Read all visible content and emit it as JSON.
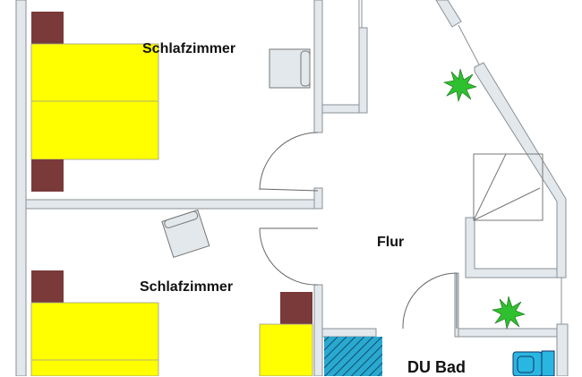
{
  "diagram": {
    "type": "floor-plan",
    "colors": {
      "wall_fill": "#e2e8ec",
      "wall_stroke": "#8a9096",
      "bed": "#ffff00",
      "nightstand": "#7a3a3a",
      "shower_hatch": "#2aa8d0",
      "toilet": "#29b6e0",
      "plant": "#2ec02e",
      "chair": "#e2e8ec"
    },
    "rooms": [
      {
        "id": "bedroom-1",
        "label": "Schlafzimmer"
      },
      {
        "id": "bedroom-2",
        "label": "Schlafzimmer"
      },
      {
        "id": "hallway",
        "label": "Flur"
      },
      {
        "id": "bathroom",
        "label": "DU Bad"
      }
    ],
    "furniture": [
      {
        "type": "bed",
        "room": "bedroom-1"
      },
      {
        "type": "nightstand",
        "room": "bedroom-1",
        "count": 2
      },
      {
        "type": "armchair",
        "room": "bedroom-1"
      },
      {
        "type": "bed",
        "room": "bedroom-2"
      },
      {
        "type": "nightstand",
        "room": "bedroom-2",
        "count": 2
      },
      {
        "type": "armchair",
        "room": "bedroom-2"
      },
      {
        "type": "plant",
        "room": "hallway",
        "count": 2
      },
      {
        "type": "staircase",
        "room": "hallway"
      },
      {
        "type": "shower",
        "room": "bathroom"
      },
      {
        "type": "toilet",
        "room": "bathroom"
      }
    ]
  }
}
